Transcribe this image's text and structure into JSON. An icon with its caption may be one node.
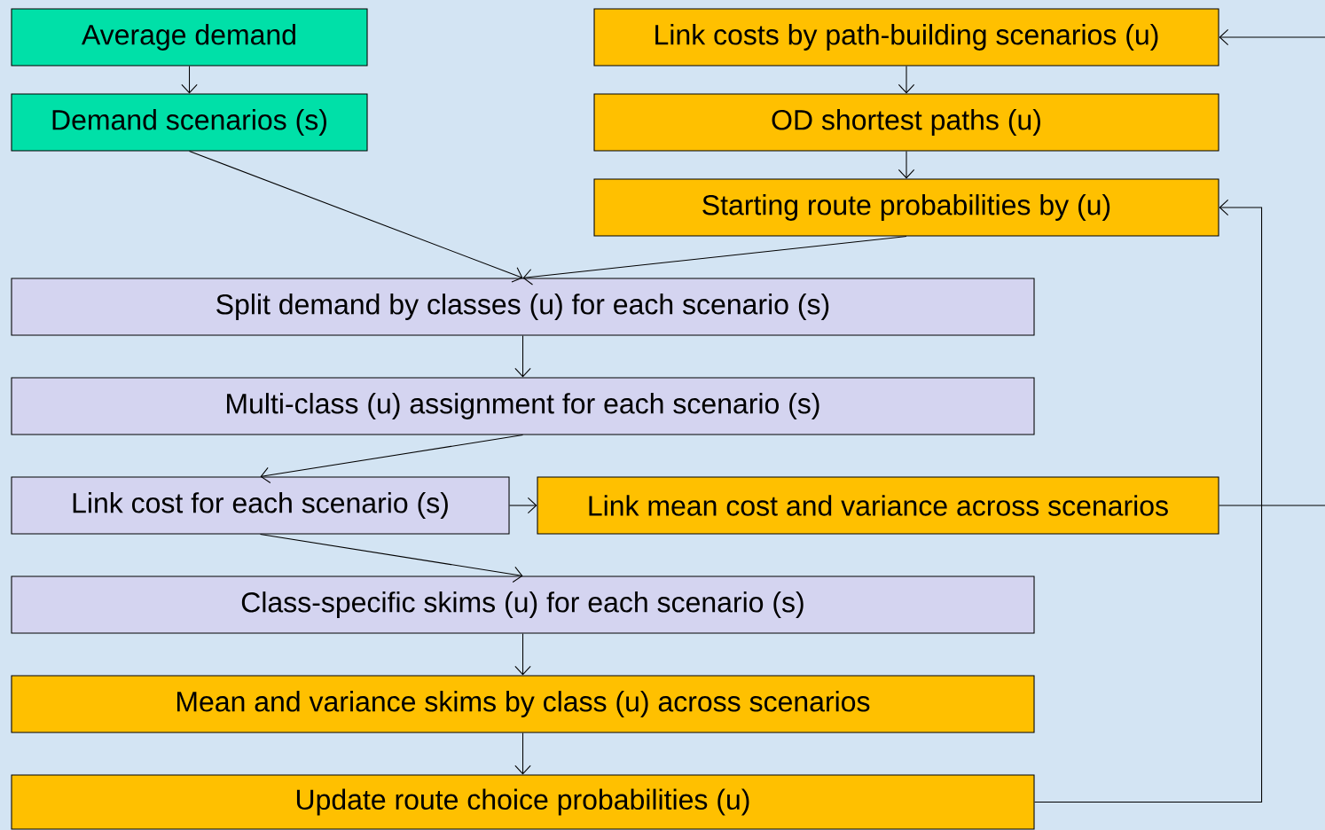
{
  "diagram": {
    "nodes": [
      {
        "text": [
          "Average demand"
        ]
      },
      {
        "text": [
          "Demand scenarios (s)"
        ]
      },
      {
        "text": [
          "Link costs by path-building scenarios (u)"
        ]
      },
      {
        "text": [
          "OD shortest paths (u)"
        ]
      },
      {
        "text": [
          "Starting route probabilities by (u)"
        ]
      },
      {
        "text": [
          "Split demand by classes (u) for each scenario (s)"
        ]
      },
      {
        "text": [
          "Multi-class (u) assignment for each scenario (s)"
        ]
      },
      {
        "text": [
          "Link cost for each scenario (s)"
        ]
      },
      {
        "text": [
          "Link mean cost and variance across scenarios"
        ]
      },
      {
        "text": [
          "Class-specific skims (u) for each scenario (s)"
        ]
      },
      {
        "text": [
          "Mean and variance skims by class (u) across scenarios"
        ]
      },
      {
        "text": [
          "Update route choice probabilities (u)"
        ]
      }
    ],
    "edges": [
      {
        "from": 0,
        "to": 1,
        "arrow": "to"
      },
      {
        "from": 2,
        "to": 3,
        "arrow": "to"
      },
      {
        "from": 3,
        "to": 4,
        "arrow": "to"
      },
      {
        "from": 1,
        "to": 5,
        "arrow": "to"
      },
      {
        "from": 4,
        "to": 5,
        "arrow": "to"
      },
      {
        "from": 5,
        "to": 6,
        "arrow": "to"
      },
      {
        "from": 6,
        "to": 7,
        "arrow": "to"
      },
      {
        "from": 7,
        "to": 8,
        "arrow": "to"
      },
      {
        "from": 7,
        "to": 9,
        "arrow": "to"
      },
      {
        "from": 9,
        "to": 10,
        "arrow": "to"
      },
      {
        "from": 10,
        "to": 11,
        "arrow": "to"
      },
      {
        "from": 8,
        "to": 2,
        "arrow": "to"
      },
      {
        "from": 11,
        "to": 4,
        "arrow": "to"
      }
    ]
  }
}
